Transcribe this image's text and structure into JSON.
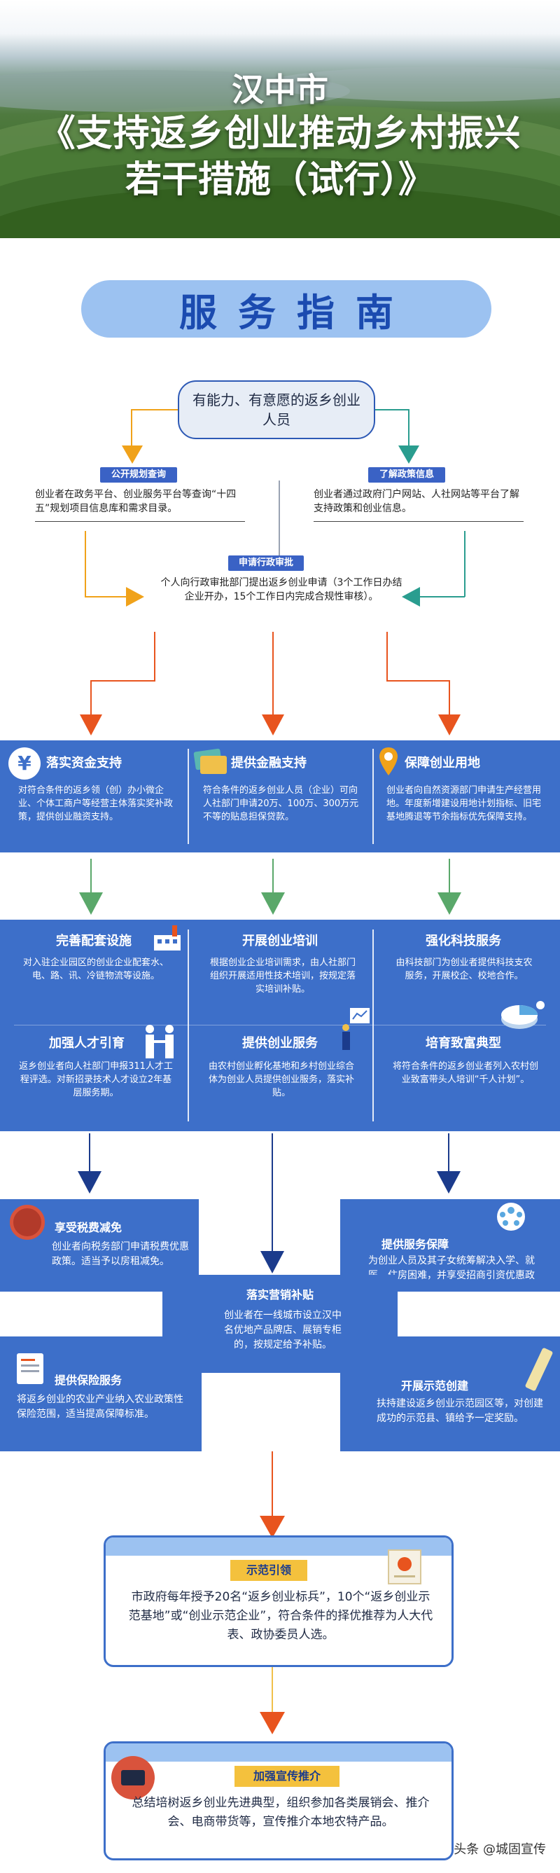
{
  "header": {
    "line1": "汉中市",
    "line2": "《支持返乡创业推动乡村振兴",
    "line3": "若干措施（试行）》"
  },
  "banner": {
    "title": "服务指南"
  },
  "flow": {
    "start": "有能力、有意愿的返乡创业人员",
    "left_tag": "公开规划查询",
    "left_text": "创业者在政务平台、创业服务平台等查询“十四五”规划项目信息库和需求目录。",
    "right_tag": "了解政策信息",
    "right_text": "创业者通过政府门户网站、人社网站等平台了解支持政策和创业信息。",
    "middle_tag": "申请行政审批",
    "middle_text": "个人向行政审批部门提出返乡创业申请（3个工作日办结企业开办，15个工作日内完成合规性审核）。"
  },
  "support": [
    {
      "title": "落实资金支持",
      "text": "对符合条件的返乡领（创）办小微企业、个体工商户等经营主体落实奖补政策，提供创业融资支持。"
    },
    {
      "title": "提供金融支持",
      "text": "符合条件的返乡创业人员（企业）可向人社部门申请20万、100万、300万元不等的贴息担保贷款。"
    },
    {
      "title": "保障创业用地",
      "text": "创业者向自然资源部门申请生产经营用地。年度新增建设用地计划指标、旧宅基地腾退等节余指标优先保障支持。"
    }
  ],
  "services_row1": [
    {
      "title": "完善配套设施",
      "text": "对入驻企业园区的创业企业配套水、电、路、讯、冷链物流等设施。"
    },
    {
      "title": "开展创业培训",
      "text": "根据创业企业培训需求，由人社部门组织开展适用性技术培训，按规定落实培训补贴。"
    },
    {
      "title": "强化科技服务",
      "text": "由科技部门为创业者提供科技支农服务，开展校企、校地合作。"
    }
  ],
  "services_row2": [
    {
      "title": "加强人才引育",
      "text": "返乡创业者向人社部门申报311人才工程评选。对新招录技术人才设立2年基层服务期。"
    },
    {
      "title": "提供创业服务",
      "text": "由农村创业孵化基地和乡村创业综合体为创业人员提供创业服务，落实补贴。"
    },
    {
      "title": "培育致富典型",
      "text": "将符合条件的返乡创业者列入农村创业致富带头人培训“千人计划”。"
    }
  ],
  "benefits": {
    "tax": {
      "title": "享受税费减免",
      "text": "创业者向税务部门申请税费优惠政策。适当予以房租减免。"
    },
    "guarantee": {
      "title": "提供服务保障",
      "text": "为创业人员及其子女统筹解决入学、就医、住房困难，并享受招商引资优惠政策。"
    },
    "marketing": {
      "title": "落实营销补贴",
      "text": "创业者在一线城市设立汉中名优地产品牌店、展销专柜的，按规定给予补贴。"
    },
    "insurance": {
      "title": "提供保险服务",
      "text": "将返乡创业的农业产业纳入农业政策性保险范围，适当提高保障标准。"
    },
    "demo": {
      "title": "开展示范创建",
      "text": "扶持建设返乡创业示范园区等，对创建成功的示范县、镇给予一定奖励。"
    }
  },
  "final": [
    {
      "tag": "示范引领",
      "text": "市政府每年授予20名“返乡创业标兵”，10个“返乡创业示范基地”或“创业示范企业”，符合条件的择优推荐为人大代表、政协委员人选。"
    },
    {
      "tag": "加强宣传推介",
      "text": "总结培树返乡创业先进典型，组织参加各类展销会、推介会、电商带货等，宣传推介本地农特产品。"
    }
  ],
  "footer": {
    "text": "头条 @城固宣传"
  },
  "colors": {
    "blue": "#3d6fc9",
    "orange": "#e8541e",
    "green": "#2a9d8f",
    "gold": "#f0a21a",
    "navy": "#1b3b8c"
  }
}
